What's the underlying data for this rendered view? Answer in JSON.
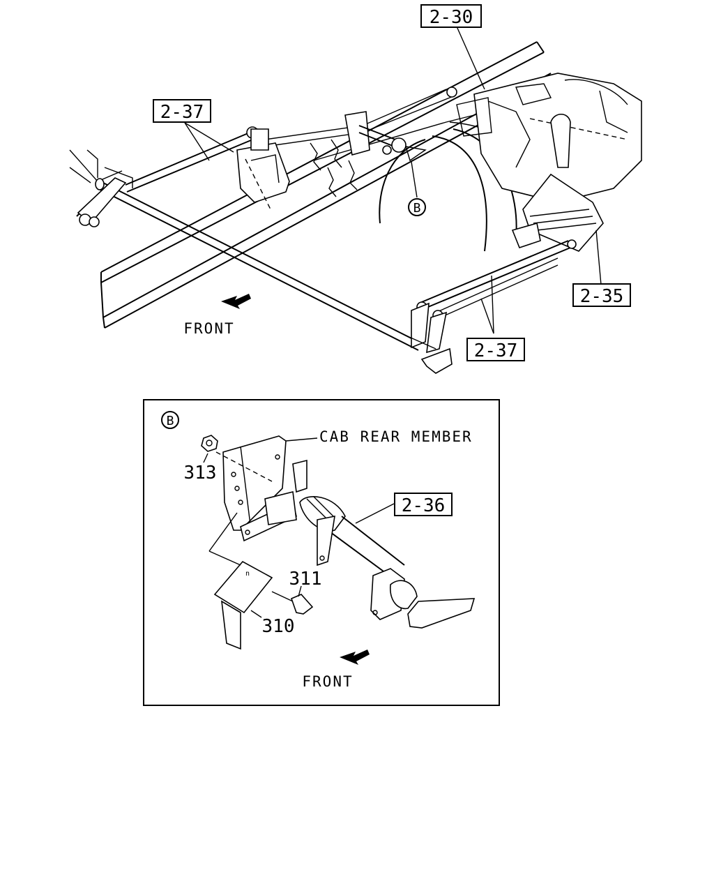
{
  "callouts": {
    "ref_2_30": "2-30",
    "ref_2_37_top": "2-37",
    "ref_2_35": "2-35",
    "ref_2_37_bottom": "2-37",
    "ref_2_36": "2-36"
  },
  "parts": {
    "part_313": "313",
    "part_311": "311",
    "part_310": "310"
  },
  "detail": {
    "marker_main": "B",
    "marker_inset": "B",
    "cab_rear_member": "CAB REAR MEMBER"
  },
  "orientation": {
    "front_main": "FRONT",
    "front_inset": "FRONT"
  }
}
